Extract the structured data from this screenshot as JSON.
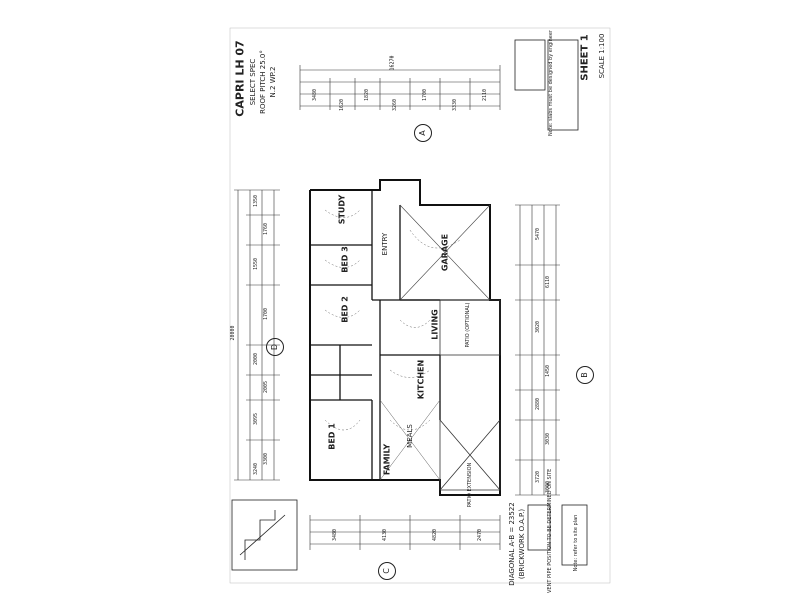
{
  "title": {
    "name": "CAPRI LH 07",
    "spec": "SELECT SPEC",
    "pitch": "ROOF PITCH 25.0°",
    "code": "N.2 WP.2"
  },
  "sheet": {
    "label": "SHEET 1",
    "scale": "SCALE 1:100"
  },
  "elevation_markers": [
    "A",
    "B",
    "C",
    "D"
  ],
  "rooms": {
    "study": "STUDY",
    "bed1": "BED 1",
    "bed2": "BED 2",
    "bed3": "BED 3",
    "family": "FAMILY",
    "living": "LIVING",
    "kitchen": "KITCHEN",
    "garage": "GARAGE",
    "entry": "ENTRY",
    "patio1": "PATIO (OPTIONAL)",
    "patio2": "PATIO EXTENSION",
    "dining": "MEALS"
  },
  "notes": {
    "diagonal": "DIAGONAL A-B = 23522",
    "brickwork": "(BRICKWORK O.A.P.)",
    "vent": "VENT PIPE POSITION TO BE DETERMINED ON SITE",
    "engineer": "Note: slabs must be designed by engineer",
    "corner": "Note: refer to site plan"
  },
  "dimensions": {
    "top_total": "16270",
    "top_parts": [
      "3480",
      "1620",
      "1820",
      "3260",
      "1700",
      "3330",
      "2110"
    ],
    "bottom_parts": [
      "3480",
      "4130",
      "4820",
      "2470"
    ],
    "left_total": "20000",
    "left_parts": [
      "1350",
      "1760",
      "1550",
      "1700",
      "2000",
      "2005",
      "3095",
      "3300",
      "3240"
    ],
    "right_parts": [
      "5470",
      "6110",
      "3020",
      "1450",
      "2880",
      "3030",
      "3720",
      "3000"
    ]
  }
}
